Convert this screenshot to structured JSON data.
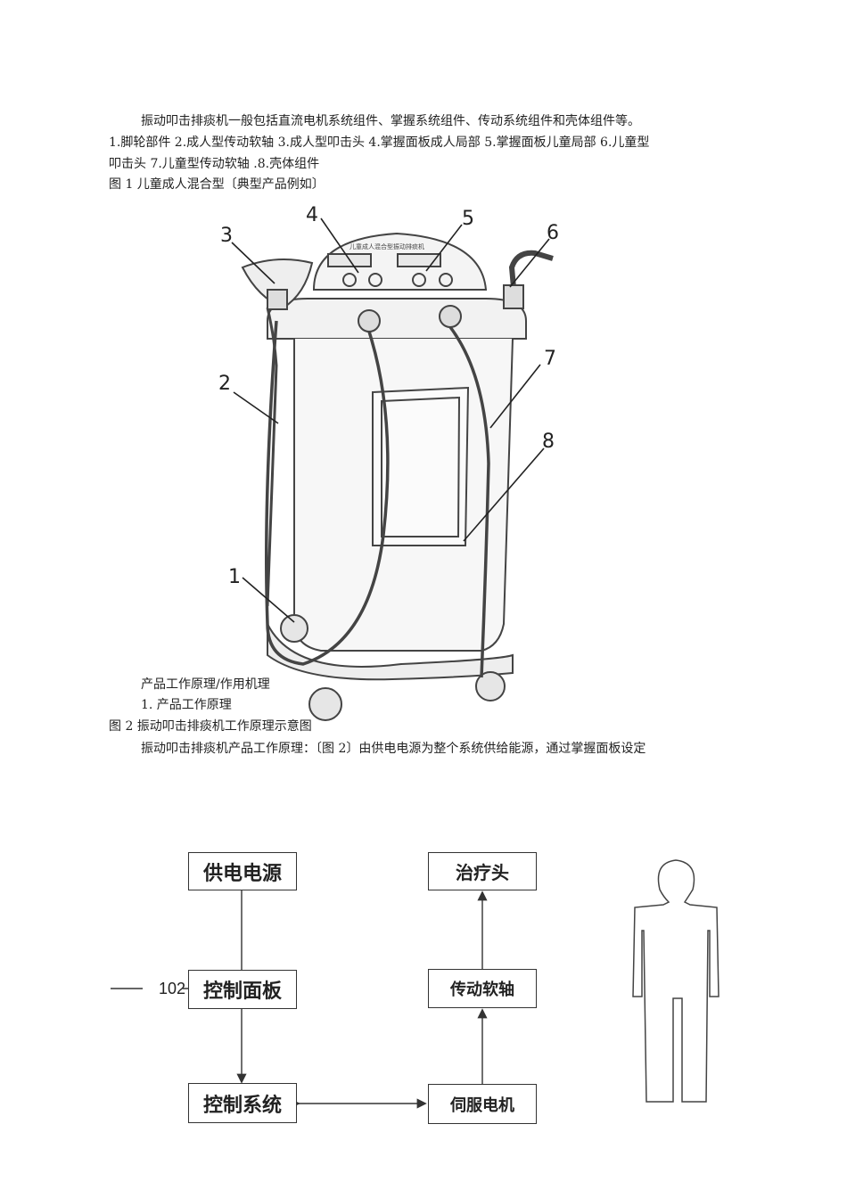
{
  "text": {
    "intro": "振动叩击排痰机一般包括直流电机系统组件、掌握系统组件、传动系统组件和壳体组件等。",
    "parts_line1": "1.脚轮部件 2.成人型传动软轴 3.成人型叩击头 4.掌握面板成人局部 5.掌握面板儿童局部 6.儿童型",
    "parts_line2": "叩击头 7.儿童型传动软轴 .8.壳体组件",
    "fig1_caption": "图 1 儿童成人混合型〔典型产品例如〕",
    "section_title": "产品工作原理/作用机理",
    "subsection": "1. 产品工作原理",
    "fig2_caption": "图 2 振动叩击排痰机工作原理示意图",
    "principle": "振动叩击排痰机产品工作原理：〔图 2〕由供电电源为整个系统供给能源，通过掌握面板设定"
  },
  "figure1": {
    "callouts": [
      "1",
      "2",
      "3",
      "4",
      "5",
      "6",
      "7",
      "8"
    ],
    "panel_label": "儿童成人混合型振动排痰机"
  },
  "diagram": {
    "boxes": {
      "power": "供电电源",
      "panel": "控制面板",
      "control": "控制系统",
      "head": "治疗头",
      "shaft": "传动软轴",
      "motor": "伺服电机"
    },
    "ref_number": "102"
  }
}
